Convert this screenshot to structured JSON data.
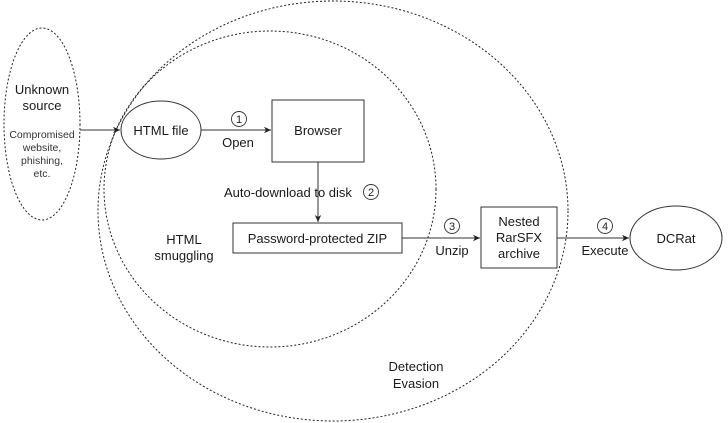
{
  "diagram": {
    "type": "attack-flow",
    "regions": [
      {
        "id": "detection_evasion",
        "lines": [
          "Detection",
          "Evasion"
        ]
      },
      {
        "id": "html_smuggling",
        "lines": [
          "HTML",
          "smuggling"
        ]
      }
    ],
    "nodes": [
      {
        "id": "unknown_source",
        "shape": "ellipse-dashed",
        "title_lines": [
          "Unknown",
          "source"
        ],
        "detail_lines": [
          "Compromised",
          "website,",
          "phishing,",
          "etc."
        ]
      },
      {
        "id": "html_file",
        "shape": "ellipse",
        "label": "HTML file"
      },
      {
        "id": "browser",
        "shape": "rect",
        "label": "Browser"
      },
      {
        "id": "password_zip",
        "shape": "rect",
        "label": "Password-protected ZIP"
      },
      {
        "id": "rarsfx",
        "shape": "rect",
        "lines": [
          "Nested",
          "RarSFX",
          "archive"
        ]
      },
      {
        "id": "dcrat",
        "shape": "ellipse",
        "label": "DCRat"
      }
    ],
    "edges": [
      {
        "from": "unknown_source",
        "to": "html_file",
        "label": "",
        "step": ""
      },
      {
        "from": "html_file",
        "to": "browser",
        "label": "Open",
        "step": "1"
      },
      {
        "from": "browser",
        "to": "password_zip",
        "label": "Auto-download to disk",
        "step": "2"
      },
      {
        "from": "password_zip",
        "to": "rarsfx",
        "label": "Unzip",
        "step": "3"
      },
      {
        "from": "rarsfx",
        "to": "dcrat",
        "label": "Execute",
        "step": "4"
      }
    ]
  },
  "colors": {
    "stroke": "#333333",
    "text": "#1a1a1a",
    "background": "#ffffff"
  }
}
